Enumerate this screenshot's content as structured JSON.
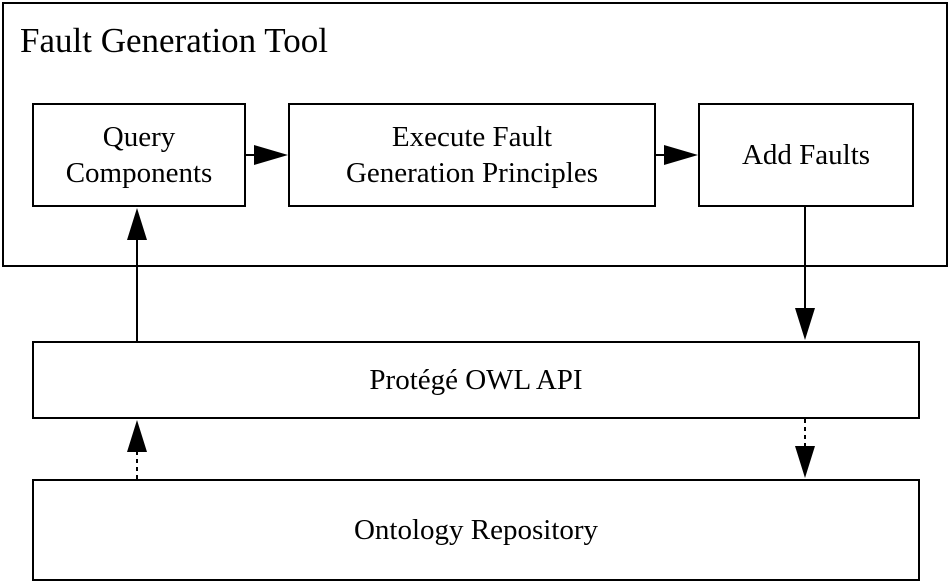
{
  "tool": {
    "title": "Fault Generation Tool",
    "steps": [
      {
        "label": "Query\nComponents"
      },
      {
        "label": "Execute Fault\nGeneration Principles"
      },
      {
        "label": "Add Faults"
      }
    ]
  },
  "api": {
    "label": "Protégé OWL API"
  },
  "repository": {
    "label": "Ontology Repository"
  },
  "colors": {
    "stroke": "#000000",
    "background": "#ffffff"
  }
}
